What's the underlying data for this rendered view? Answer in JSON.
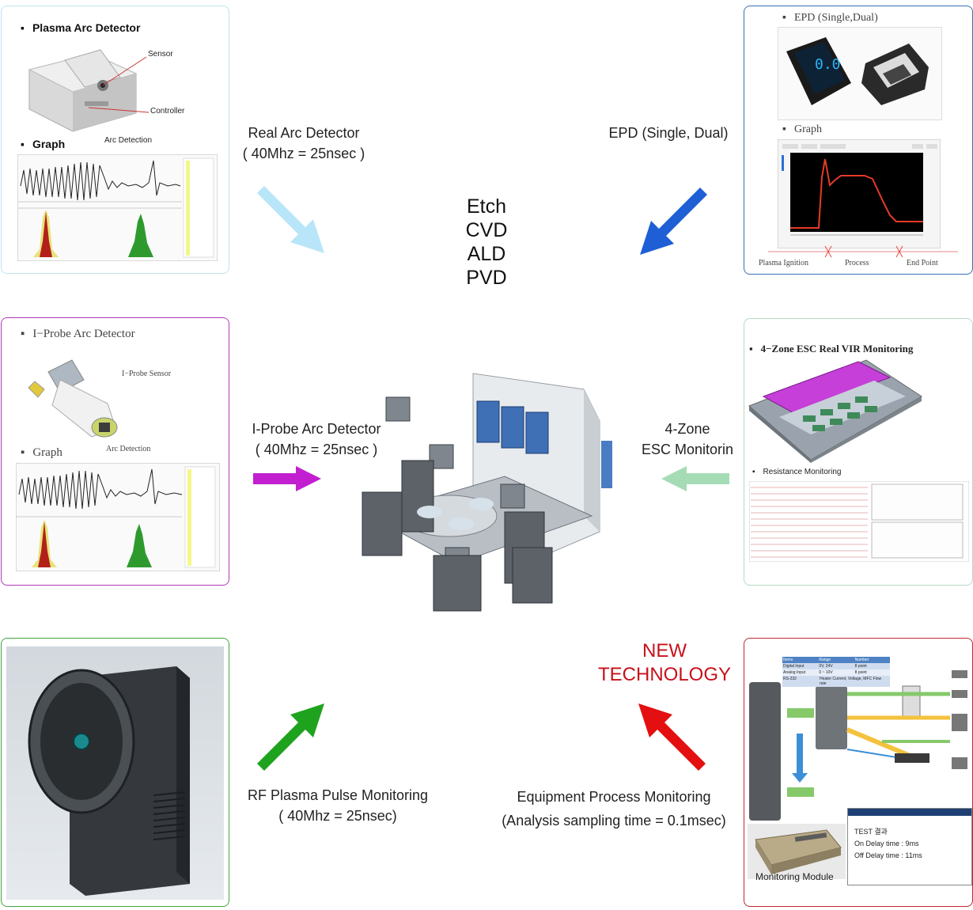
{
  "center": {
    "processes": [
      "Etch",
      "CVD",
      "ALD",
      "PVD"
    ]
  },
  "panels": {
    "plasma_arc": {
      "title": "Plasma Arc Detector",
      "sensor": "Sensor",
      "controller": "Controller",
      "graph": "Graph",
      "arc_detection": "Arc Detection"
    },
    "epd": {
      "title": "EPD (Single,Dual)",
      "display_value": "0.0",
      "graph": "Graph",
      "phase_1": "Plasma Ignition",
      "phase_2": "Process",
      "phase_3": "End Point"
    },
    "iprobe": {
      "title": "I−Probe Arc Detector",
      "sensor": "I−Probe Sensor",
      "graph": "Graph",
      "arc_detection": "Arc Detection"
    },
    "esc": {
      "title": "4−Zone ESC Real VIR Monitoring",
      "resistance": "Resistance Monitoring"
    },
    "equipment": {
      "monitoring_module": "Monitoring Module",
      "test_title": "TEST 결과",
      "on_delay": "On Delay time : 9ms",
      "off_delay": "Off Delay time : 11ms",
      "table_headers": [
        "Items",
        "Range",
        "Number"
      ],
      "table_rows": [
        [
          "Digital Input",
          "0V, 24V",
          "8 point"
        ],
        [
          "Analog Input",
          "0 ~ 10V",
          "8 point"
        ],
        [
          "RS-232",
          "Heater Current, Voltage, MFC Flow rate",
          ""
        ]
      ]
    }
  },
  "labels": {
    "real_arc": {
      "line1": "Real Arc Detector",
      "line2": "( 40Mhz = 25nsec )"
    },
    "epd": {
      "line1": "EPD (Single, Dual)"
    },
    "iprobe": {
      "line1": "I-Probe Arc Detector",
      "line2": "( 40Mhz = 25nsec )"
    },
    "esc": {
      "line1": "4-Zone",
      "line2": "ESC Monitorin"
    },
    "new_tech": {
      "line1": "NEW",
      "line2": "TECHNOLOGY"
    },
    "rf": {
      "line1": "RF Plasma Pulse Monitoring",
      "line2": "( 40Mhz = 25nsec)"
    },
    "equipment": {
      "line1": "Equipment Process Monitoring",
      "line2": "(Analysis sampling time = 0.1msec)"
    }
  },
  "colors": {
    "panel_plasma_border": "#bfe3ef",
    "panel_epd_border": "#3a6fb7",
    "panel_iprobe_border": "#b13bb8",
    "panel_esc_border": "#b7d9c3",
    "panel_rf_border": "#44a444",
    "panel_equipment_border": "#c0282f",
    "arrow_light_blue": "#b8e6f8",
    "arrow_blue": "#1f5fd6",
    "arrow_magenta": "#c21fd1",
    "arrow_mint": "#a5dcb6",
    "arrow_green": "#1fa31f",
    "arrow_red": "#e30f10",
    "new_tech_text": "#c8101b"
  }
}
